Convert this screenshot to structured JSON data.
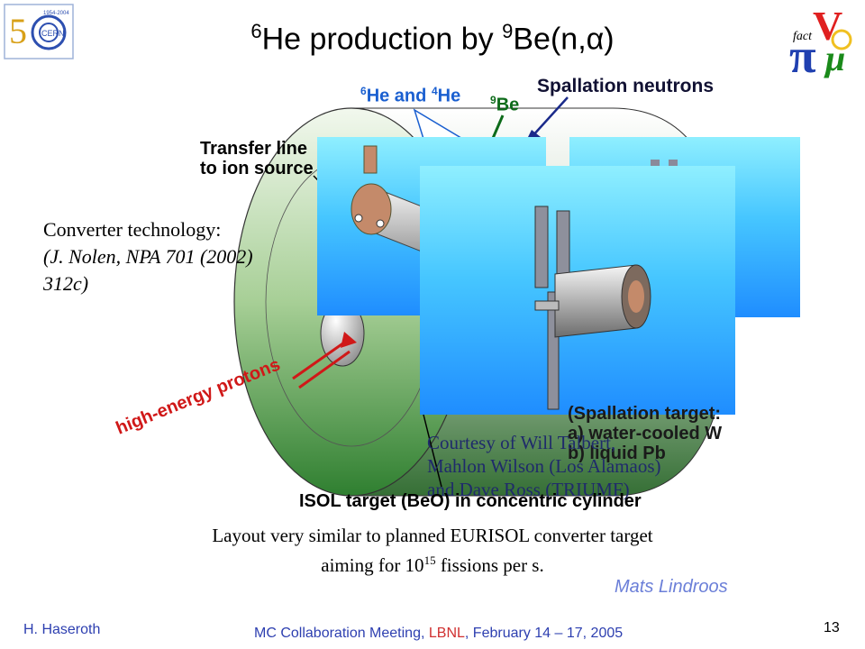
{
  "header": {
    "title_pre": "",
    "title_sup1": "6",
    "title_mid": "He production by ",
    "title_sup2": "9",
    "title_post": "Be(n,α)",
    "logo_left_text": "CERN",
    "logo_left_years": "1954-2004",
    "logo_right_text": "fact"
  },
  "figure": {
    "spallation_neutrons": "Spallation neutrons",
    "he_label_sup1": "6",
    "he_label_mid": "He and ",
    "he_label_sup2": "4",
    "he_label_post": "He",
    "be_sup": "9",
    "be_text": "Be",
    "transfer_line_1": "Transfer line",
    "transfer_line_2": "to ion source",
    "protons": "high-energy protons",
    "spallation_target_1": "(Spallation target:",
    "spallation_target_2": "a) water-cooled W",
    "spallation_target_3": "b) liquid Pb",
    "isol_target": "ISOL target (BeO) in concentric cylinder"
  },
  "converter": {
    "line1": "Converter technology:",
    "line2": "(J. Nolen, NPA 701 (2002)",
    "line3": "312c)"
  },
  "courtesy": {
    "line1": "Courtesy of Will Talbert,",
    "line2": "Mahlon Wilson (Los Alamaos)",
    "line3": "and Dave Ross (TRIUMF)"
  },
  "body": {
    "layout_line1": "Layout very similar to planned EURISOL converter target",
    "layout_line2_pre": "aiming for 10",
    "layout_line2_sup": "15",
    "layout_line2_post": " fissions per s.",
    "author": "Mats Lindroos"
  },
  "footer": {
    "left": "H. Haseroth",
    "center_pre": "MC Collaboration Meeting, ",
    "center_lbnl": "LBNL",
    "center_post": ", February 14 – 17, 2005",
    "page": "13"
  },
  "colors": {
    "footer_blue": "#2d3fb0",
    "lbnl_red": "#d03030",
    "panel_blue": "#1f8dff",
    "cylinder_green": "#3e8e3e",
    "proton_red": "#d01818"
  }
}
